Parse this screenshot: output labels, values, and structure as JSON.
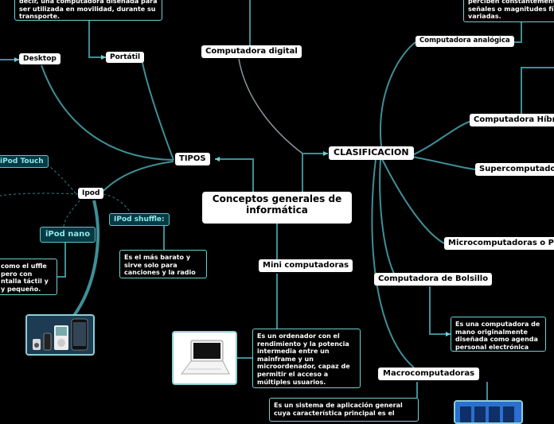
{
  "root": {
    "title": "Conceptos generales de informática"
  },
  "tipos": {
    "label": "TIPOS",
    "desktop": "Desktop",
    "portatil": "Portátil",
    "portatil_desc": "decir, una computadora diseñada para ser utilizada en movilidad, durante su transporte.",
    "ipod": "Ipod",
    "ipod_touch": "iPod Touch",
    "ipod_nano": "iPod nano",
    "ipod_nano_desc": "como el uffle pero con ntalla táctil y y pequeño.",
    "ipod_shuffle": "IPod shuffle:",
    "ipod_shuffle_desc": "Es el más barato y sirve solo para canciones y la radio"
  },
  "computadora_digital": "Computadora digital",
  "clasificacion": {
    "label": "CLASIFICACION",
    "analogica": "Computadora analógica",
    "analogica_desc": "perciben constantemente señales o magnitudes fís variadas.",
    "hibrida": "Computadora Híbrid",
    "supercomputadora": "Supercomputador",
    "micro": "Microcomputadoras o PC",
    "bolsillo": "Computadora de Bolsillo",
    "bolsillo_desc": "Es una computadora de mano originalmente diseñada como agenda personal electrónica",
    "macro": "Macrocomputadoras",
    "macro_desc": "Es un sistema de aplicación general cuya característica principal es el"
  },
  "mini": {
    "label": "Mini computadoras",
    "desc": "Es un ordenador con el rendimiento y la potencia intermedia entre un mainframe y un microordenador, capaz de permitir el acceso a múltiples usuarios."
  },
  "colors": {
    "link": "#3e8f97",
    "link_gray": "#8a949a",
    "dashed": "#2f7f86",
    "accent": "#6fd1d1"
  }
}
